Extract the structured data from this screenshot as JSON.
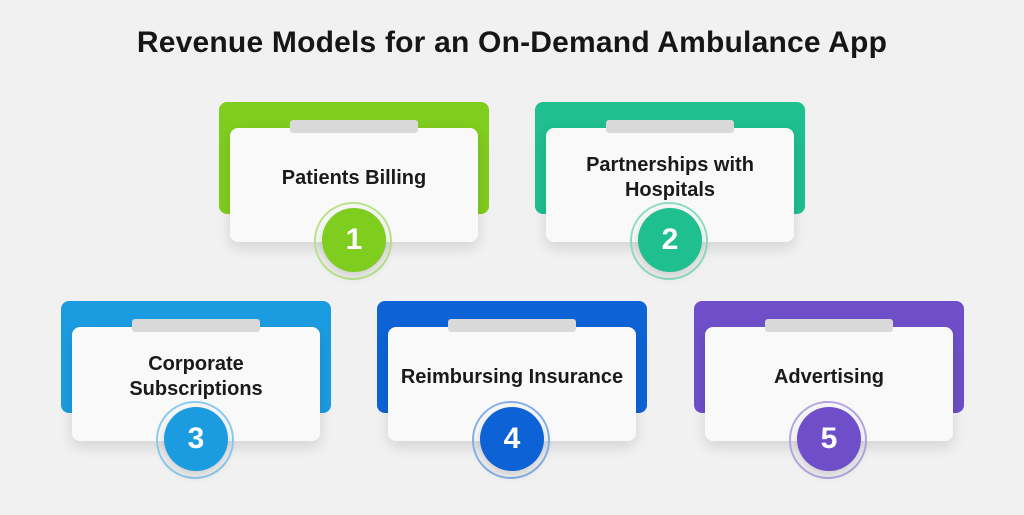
{
  "title": "Revenue Models for an On-Demand Ambulance App",
  "items": [
    {
      "number": "1",
      "label": "Patients Billing",
      "color": "#7fcd1e",
      "ring": "#b9e58a"
    },
    {
      "number": "2",
      "label": "Partnerships with Hospitals",
      "color": "#1fbf8f",
      "ring": "#8fdcc4"
    },
    {
      "number": "3",
      "label": "Corporate Subscriptions",
      "color": "#1c9ce0",
      "ring": "#8ccaee"
    },
    {
      "number": "4",
      "label": "Reimbursing Insurance",
      "color": "#0d63d6",
      "ring": "#86b0ea"
    },
    {
      "number": "5",
      "label": "Advertising",
      "color": "#6e4fc9",
      "ring": "#b5a5e3"
    }
  ]
}
